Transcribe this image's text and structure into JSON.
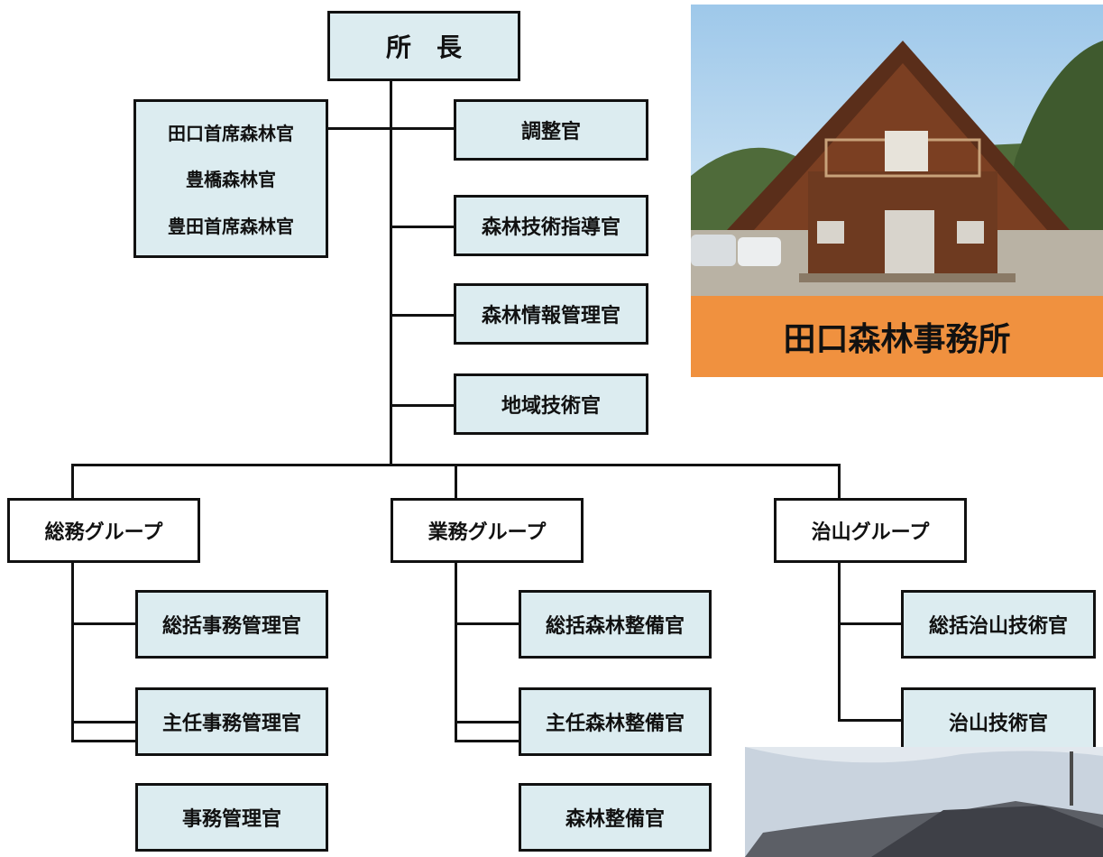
{
  "director": "所　長",
  "sub_officers": [
    "田口首席森林官",
    "豊橋森林官",
    "豊田首席森林官"
  ],
  "staff": [
    "調整官",
    "森林技術指導官",
    "森林情報管理官",
    "地域技術官"
  ],
  "groups": [
    {
      "name": "総務グループ",
      "members": [
        "総括事務管理官",
        "主任事務管理官",
        "事務管理官"
      ]
    },
    {
      "name": "業務グループ",
      "members": [
        "総括森林整備官",
        "主任森林整備官",
        "森林整備官"
      ]
    },
    {
      "name": "治山グループ",
      "members": [
        "総括治山技術官",
        "治山技術官"
      ]
    }
  ],
  "photo_caption": "田口森林事務所",
  "colors": {
    "box_fill": "#dcecf0",
    "caption_bg": "#f0913f",
    "line": "#111111"
  }
}
